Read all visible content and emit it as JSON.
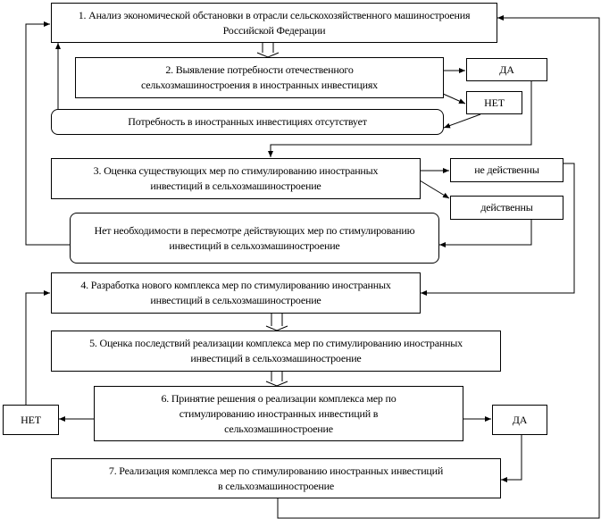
{
  "steps": {
    "s1": "1. Анализ экономической обстановки в отрасли сельскохозяйственного машиностроения Российской Федерации",
    "s2": "2. Выявление потребности отечественного сельхозмашиностроения в иностранных инвестициях",
    "need_absent": "Потребность в иностранных инвестициях отсутствует",
    "s3": "3. Оценка существующих мер по стимулированию иностранных инвестиций в сельхозмашиностроение",
    "no_revision": "Нет необходимости в пересмотре действующих мер по стимулированию инвестиций в сельхозмашиностроение",
    "s4": "4. Разработка нового комплекса мер по стимулированию иностранных инвестиций в сельхозмашиностроение",
    "s5": "5. Оценка последствий реализации комплекса мер по стимулированию иностранных инвестиций в сельхозмашиностроение",
    "s6": "6. Принятие решения о реализации комплекса мер по стимулированию иностранных инвестиций в сельхозмашиностроение",
    "s7": "7. Реализация комплекса мер по стимулированию иностранных инвестиций в сельхозмашиностроение"
  },
  "decisions": {
    "yes1": "ДА",
    "no1": "НЕТ",
    "ineffective": "не действенны",
    "effective": "действенны",
    "no2": "НЕТ",
    "yes2": "ДА"
  }
}
